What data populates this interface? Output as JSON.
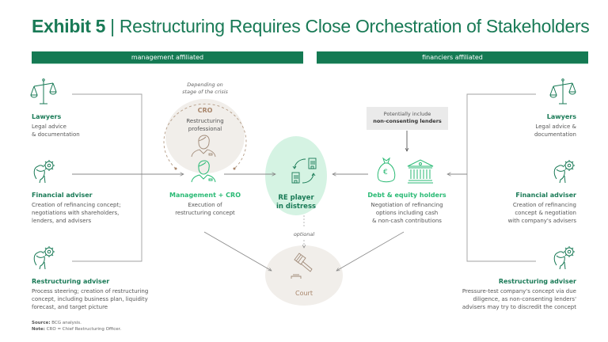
{
  "title": {
    "exhibit": "Exhibit 5",
    "separator": "|",
    "text": "Restructuring Requires Close Orchestration of Stakeholders"
  },
  "bands": {
    "left": "management affiliated",
    "right": "financiers affiliated"
  },
  "left_stakeholders": [
    {
      "icon": "scales-icon",
      "title": "Lawyers",
      "desc_lines": [
        "Legal advice",
        "& documentation"
      ]
    },
    {
      "icon": "adviser-gear-icon",
      "title": "Financial adviser",
      "desc_lines": [
        "Creation of refinancing concept;",
        "negotiations with shareholders,",
        "lenders, and advisers"
      ]
    },
    {
      "icon": "adviser-gear-icon",
      "title": "Restructuring adviser",
      "desc_lines": [
        "Process steering; creation of restructuring",
        "concept, including business plan, liquidity",
        "forecast, and target picture"
      ]
    }
  ],
  "right_stakeholders": [
    {
      "icon": "scales-icon",
      "title": "Lawyers",
      "desc_lines": [
        "Legal advice &",
        "documentation"
      ]
    },
    {
      "icon": "adviser-gear-icon",
      "title": "Financial adviser",
      "desc_lines": [
        "Creation of refinancing",
        "concept & negotiation",
        "with company's advisers"
      ]
    },
    {
      "icon": "adviser-gear-icon",
      "title": "Restructuring adviser",
      "desc_lines": [
        "Pressure-test company's concept via due",
        "diligence, as non-consenting lenders'",
        "advisers may try to discredit the concept"
      ]
    }
  ],
  "cro": {
    "annotation_lines": [
      "Depending on",
      "stage of the crisis"
    ],
    "title": "CRO",
    "desc_lines": [
      "Restructuring",
      "professional"
    ]
  },
  "management": {
    "title": "Management + CRO",
    "desc_lines": [
      "Execution of",
      "restructuring concept"
    ]
  },
  "center": {
    "title_lines": [
      "RE player",
      "in distress"
    ]
  },
  "court": {
    "optional_label": "optional",
    "title": "Court"
  },
  "lenders_note": {
    "line1": "Potentially include",
    "line2": "non-consenting lenders"
  },
  "debt_equity": {
    "title": "Debt & equity holders",
    "desc_lines": [
      "Negotiation of refinancing",
      "options including cash",
      "& non-cash contributions"
    ],
    "currency_symbol": "€"
  },
  "footnotes": {
    "source_label": "Source:",
    "source_text": " BCG analysis.",
    "note_label": "Note:",
    "note_text": " CRO = Chief Restructuring Officer."
  },
  "colors": {
    "brand_green": "#197a56",
    "band_green": "#147a53",
    "light_green": "#29ba74",
    "center_fill": "#d5f3e3",
    "beige_fill": "#f1eeea",
    "beige_text": "#a8856a",
    "grey_line": "#9a9a9a"
  }
}
